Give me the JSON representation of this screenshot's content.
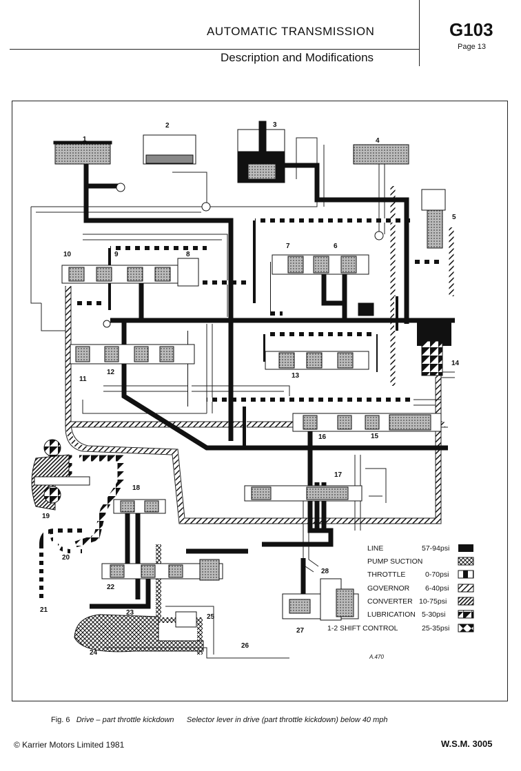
{
  "header": {
    "title": "AUTOMATIC TRANSMISSION",
    "subtitle": "Description and Modifications",
    "code": "G103",
    "page": "Page 13"
  },
  "diagram": {
    "ref": "A.470",
    "component_numbers": [
      "1",
      "2",
      "3",
      "4",
      "5",
      "6",
      "7",
      "8",
      "9",
      "10",
      "11",
      "12",
      "13",
      "14",
      "15",
      "16",
      "17",
      "18",
      "19",
      "20",
      "21",
      "22",
      "23",
      "24",
      "25",
      "26",
      "27",
      "28"
    ],
    "legend": [
      {
        "label": "LINE",
        "value": "57-94psi",
        "pattern": "solid-black"
      },
      {
        "label": "PUMP SUCTION",
        "value": "",
        "pattern": "cross-hatch"
      },
      {
        "label": "THROTTLE",
        "value": "0-70psi",
        "pattern": "black-white-bars"
      },
      {
        "label": "GOVERNOR",
        "value": "6-40psi",
        "pattern": "diagonal-hatch"
      },
      {
        "label": "CONVERTER",
        "value": "10-75psi",
        "pattern": "dense-diagonal"
      },
      {
        "label": "LUBRICATION",
        "value": "5-30psi",
        "pattern": "triangles"
      },
      {
        "label": "1-2 SHIFT CONTROL",
        "value": "25-35psi",
        "pattern": "bowtie"
      }
    ]
  },
  "caption": {
    "fig": "Fig. 6",
    "title": "Drive – part throttle kickdown",
    "text": "Selector lever in drive (part throttle kickdown) below 40 mph"
  },
  "footer": {
    "copyright": "©   Karrier Motors Limited 1981",
    "wsm": "W.S.M. 3005"
  }
}
